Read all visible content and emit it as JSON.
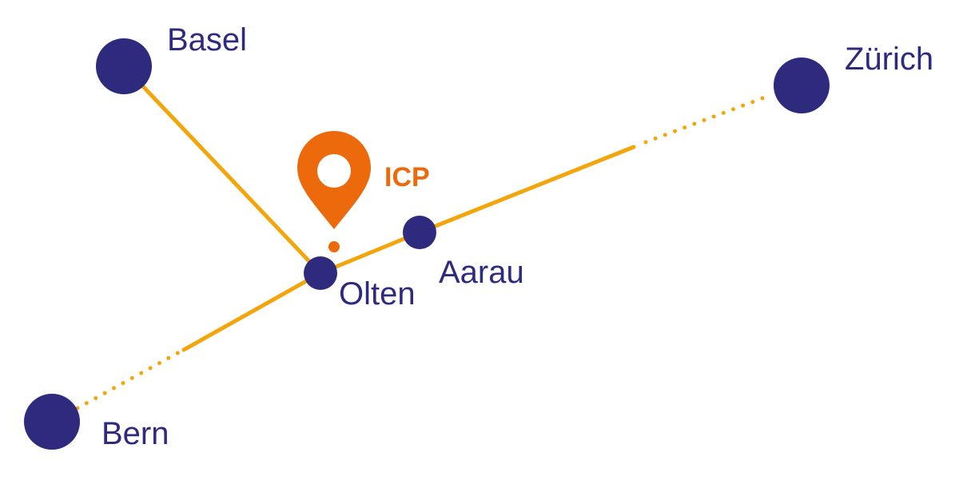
{
  "colors": {
    "city": "#2e2a7e",
    "rail": "#f2a60c",
    "marker": "#ec6a0c",
    "background": "#ffffff"
  },
  "cities": {
    "basel": "Basel",
    "zurich": "Zürich",
    "olten": "Olten",
    "aarau": "Aarau",
    "bern": "Bern"
  },
  "marker": {
    "label": "ICP",
    "icon": "map-pin-icon"
  }
}
